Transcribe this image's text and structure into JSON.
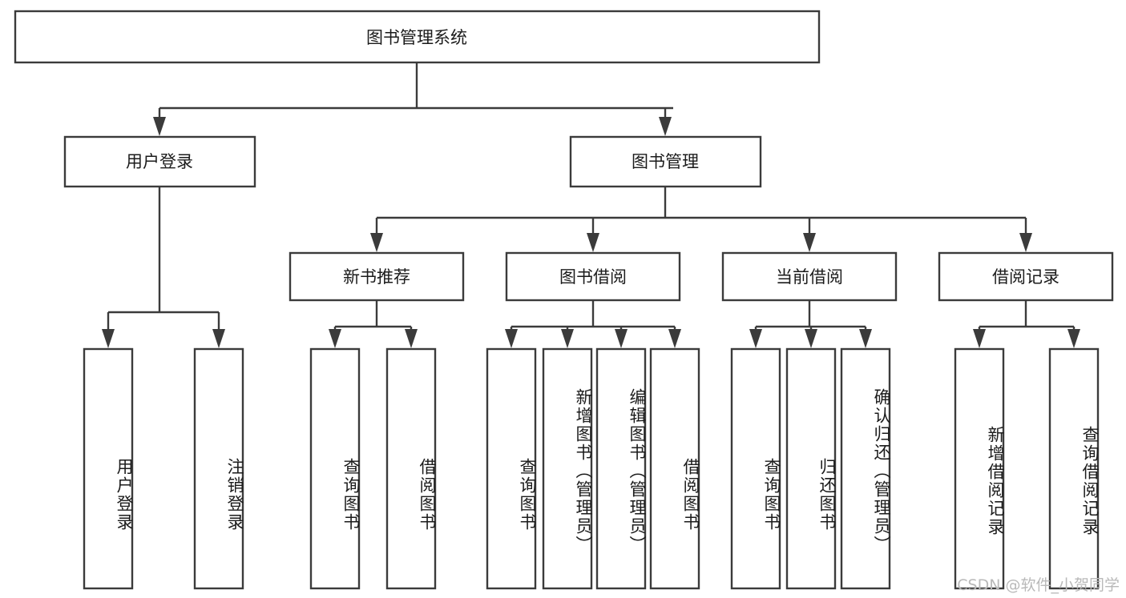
{
  "diagram": {
    "title": "图书管理系统",
    "type": "tree-hierarchy",
    "watermark": "CSDN @软件_小贺同学",
    "colors": {
      "stroke": "#3b3b3b",
      "box_fill": "#ffffff",
      "text": "#1b1b1b",
      "background": "#ffffff",
      "watermark": "#b9b9b9"
    },
    "root": {
      "label": "图书管理系统"
    },
    "level2": [
      {
        "label": "用户登录"
      },
      {
        "label": "图书管理"
      }
    ],
    "level3": [
      {
        "label": "新书推荐"
      },
      {
        "label": "图书借阅"
      },
      {
        "label": "当前借阅"
      },
      {
        "label": "借阅记录"
      }
    ],
    "leaves": {
      "user_login": [
        {
          "label": "用户登录"
        },
        {
          "label": "注销登录"
        }
      ],
      "new_book_recommend": [
        {
          "label": "查询图书"
        },
        {
          "label": "借阅图书"
        }
      ],
      "book_borrow": [
        {
          "label": "查询图书"
        },
        {
          "label": "新增图书（管理员）"
        },
        {
          "label": "编辑图书（管理员）"
        },
        {
          "label": "借阅图书"
        }
      ],
      "current_borrow": [
        {
          "label": "查询图书"
        },
        {
          "label": "归还图书"
        },
        {
          "label": "确认归还（管理员）"
        }
      ],
      "borrow_record": [
        {
          "label": "新增借阅记录"
        },
        {
          "label": "查询借阅记录"
        }
      ]
    }
  }
}
